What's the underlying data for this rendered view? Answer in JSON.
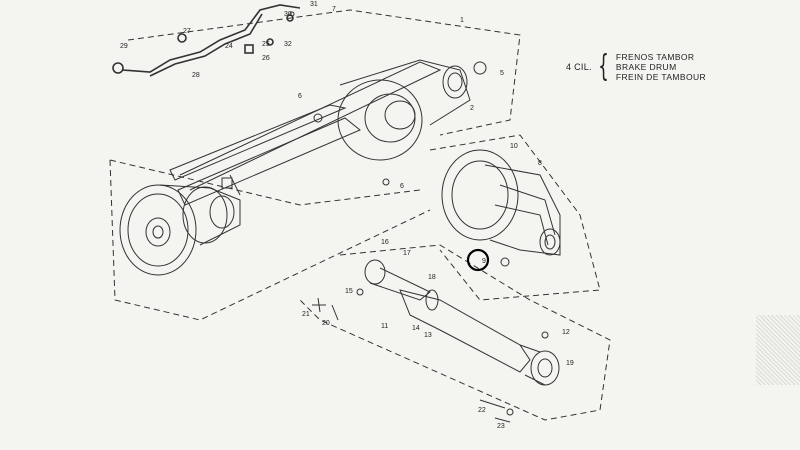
{
  "caption": {
    "cylinders": "4 CIL.",
    "lines": [
      "FRENOS TAMBOR",
      "BRAKE DRUM",
      "FREIN DE TAMBOUR"
    ]
  },
  "callouts": [
    "1",
    "2",
    "5",
    "6",
    "7",
    "8",
    "9",
    "10",
    "11",
    "12",
    "13",
    "14",
    "15",
    "16",
    "17",
    "18",
    "19",
    "20",
    "21",
    "22",
    "23",
    "24",
    "25",
    "26",
    "27",
    "28",
    "29",
    "30",
    "31",
    "32"
  ],
  "highlight_color": "#000000",
  "line_color": "#333333"
}
